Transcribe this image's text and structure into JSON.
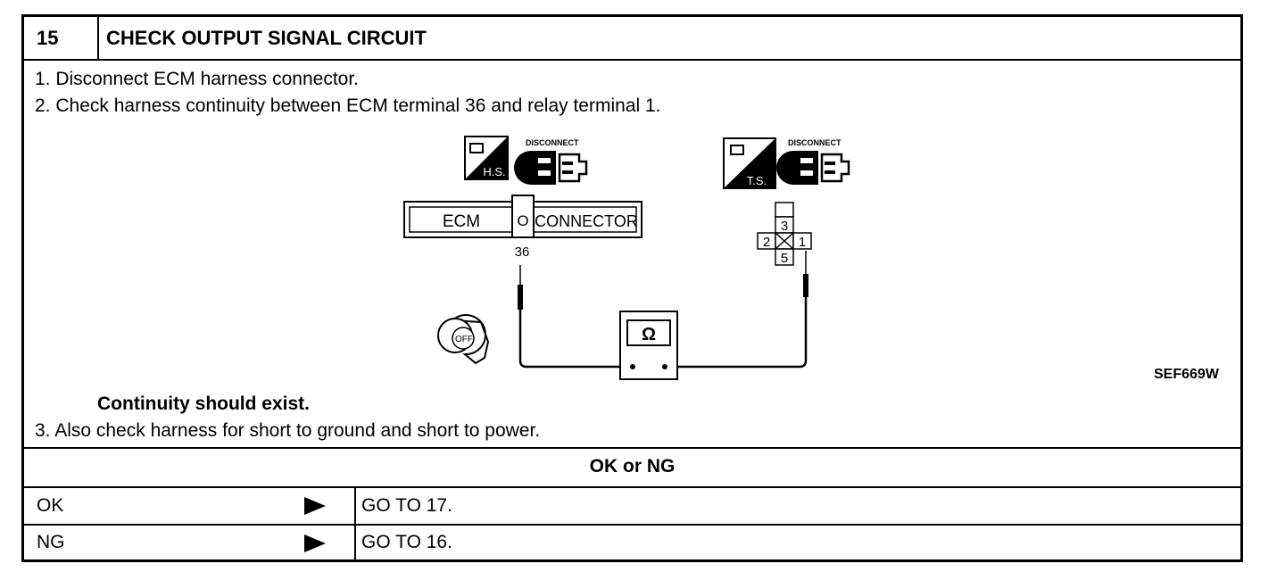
{
  "header": {
    "number": "15",
    "title": "CHECK OUTPUT SIGNAL CIRCUIT"
  },
  "steps": {
    "s1": "1.  Disconnect ECM harness connector.",
    "s2": "2.  Check harness continuity between ECM terminal 36 and relay terminal 1.",
    "result": "Continuity should exist.",
    "s3": "3.  Also check harness for short to ground and short to power."
  },
  "diagram": {
    "hs_label": "H.S.",
    "ts_label": "T.S.",
    "disconnect_left": "DISCONNECT",
    "disconnect_right": "DISCONNECT",
    "ecm_label": "ECM",
    "connector_label": "CONNECTOR",
    "terminal_36": "36",
    "relay_terminals": {
      "t3": "3",
      "t2": "2",
      "t1": "1",
      "t5": "5"
    },
    "ohm_symbol": "Ω",
    "key_label": "OFF",
    "figure_code": "SEF669W"
  },
  "result_table": {
    "question": "OK or NG",
    "rows": [
      {
        "label": "OK",
        "action": "GO TO 17."
      },
      {
        "label": "NG",
        "action": "GO TO 16."
      }
    ]
  }
}
